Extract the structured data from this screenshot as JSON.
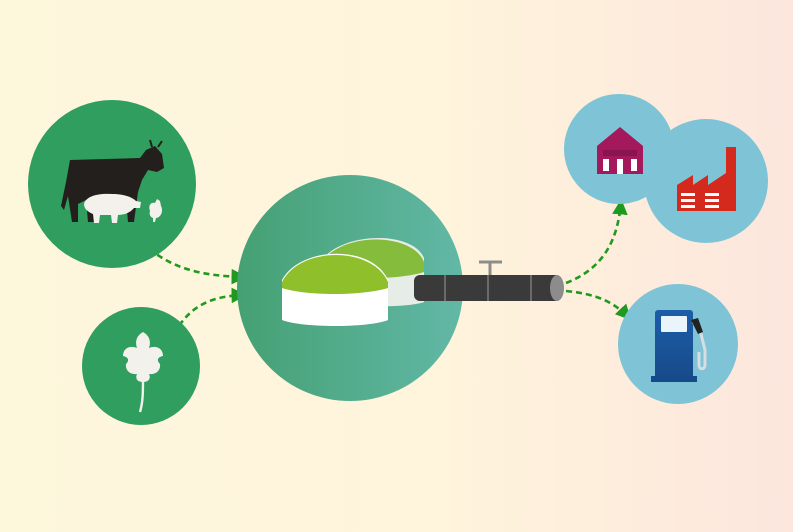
{
  "colors": {
    "background_left": "#fdf7dc",
    "background_mid": "#fff4dc",
    "background_right": "#fce6dd",
    "input_circle": "#2f9e5e",
    "digester_circle": "#55ab8e",
    "output_circle": "#7ec4d6",
    "arrow": "#1f9a1f",
    "digester_roof": "#8fbf2a",
    "pipe": "#3a3a3a",
    "house": "#a3195b",
    "factory": "#d42a1e",
    "fuel_pump": "#1c5ea8"
  },
  "nodes": {
    "livestock": {
      "icons": [
        "cow-icon",
        "pig-icon",
        "chicken-icon"
      ]
    },
    "plants": {
      "icons": [
        "leaf-icon"
      ]
    },
    "digester": {
      "icons": [
        "digester-tank-icon",
        "gas-pipe-icon"
      ]
    },
    "heat_power": {
      "icons": [
        "house-icon",
        "factory-icon"
      ]
    },
    "fuel": {
      "icons": [
        "fuel-pump-icon"
      ]
    }
  },
  "edges": [
    {
      "from": "livestock",
      "to": "digester"
    },
    {
      "from": "plants",
      "to": "digester"
    },
    {
      "from": "digester",
      "to": "heat_power"
    },
    {
      "from": "digester",
      "to": "fuel"
    }
  ]
}
